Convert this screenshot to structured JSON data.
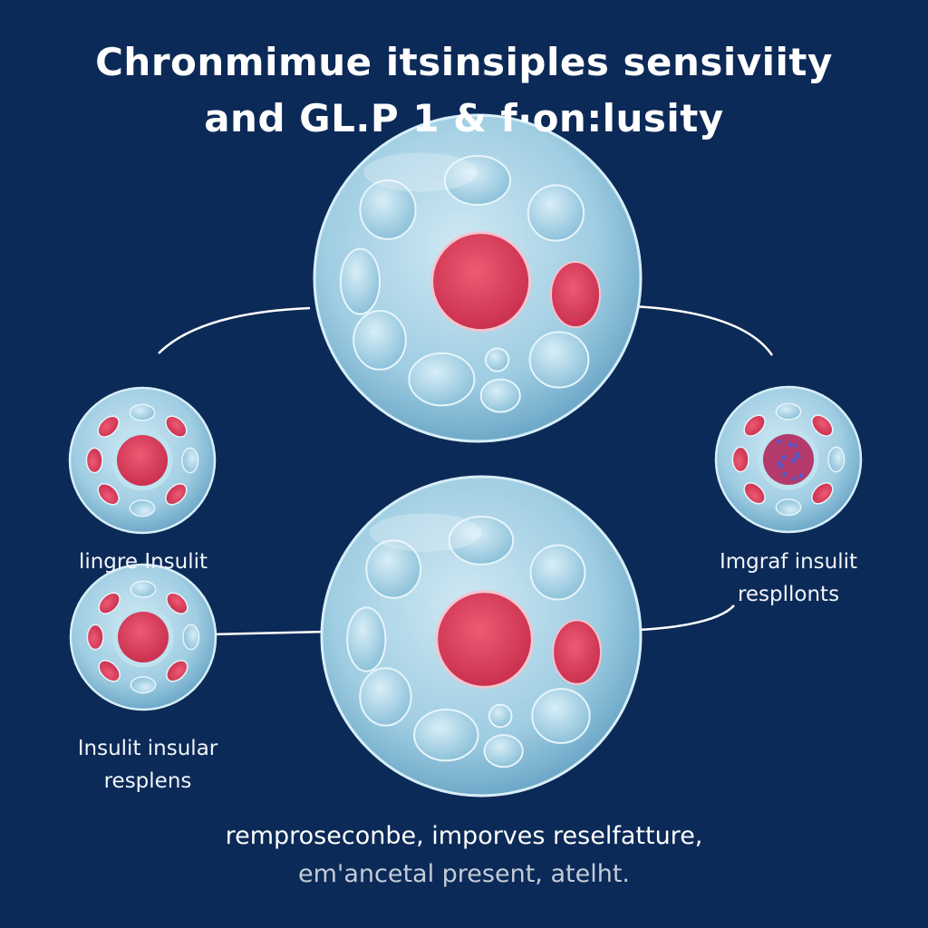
{
  "title": {
    "line1": "Chronmimue itsinsiples sensiviity",
    "line2": "and GL.P 1 & f·on:lusity"
  },
  "labels": {
    "left_top": "lingre Insulit",
    "left_bottom_line1": "Insulit insular",
    "left_bottom_line2": "resplens",
    "right_line1": "Imgraf insulit",
    "right_line2": "respllonts"
  },
  "footer": {
    "line1": "remproseconbe, imporves reselfatture,",
    "line2": "em'ancetal present, atelht."
  },
  "colors": {
    "background": "#0c2a57",
    "cell": "#a9d4e6",
    "nucleus": "#d9435f",
    "connector": "#ffffff"
  }
}
